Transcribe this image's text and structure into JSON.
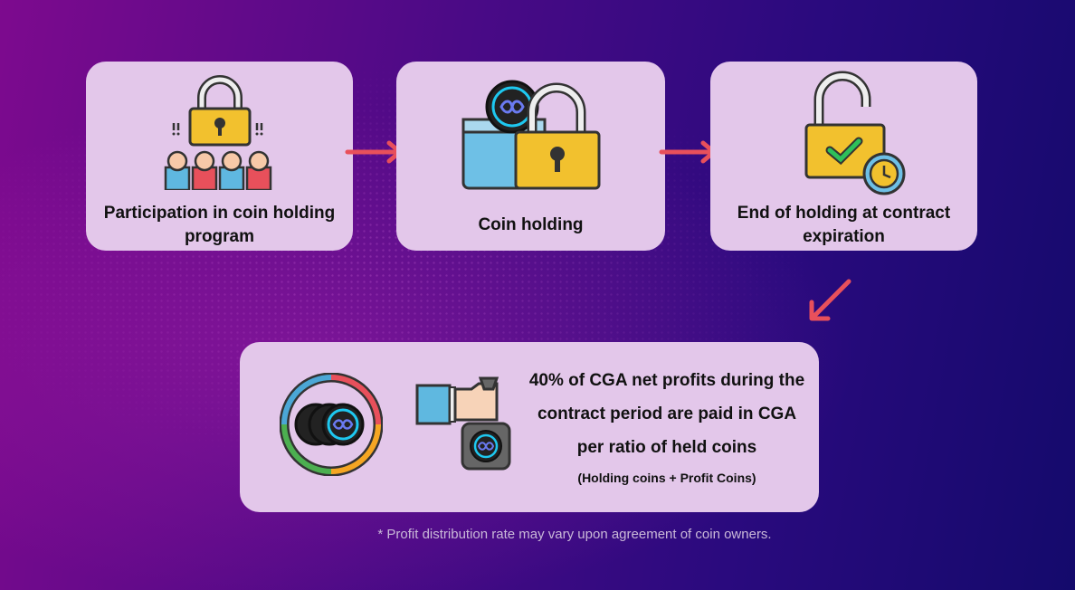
{
  "steps": [
    {
      "label": "Participation in coin holding program",
      "icon": "people-lock-icon"
    },
    {
      "label": "Coin holding",
      "icon": "wallet-lock-icon"
    },
    {
      "label": "End of holding at contract expiration",
      "icon": "unlock-timer-icon"
    }
  ],
  "result": {
    "main": "40% of CGA net profits during the contract period are paid in CGA per ratio of held coins",
    "sub": "(Holding coins  + Profit Coins)"
  },
  "footnote": "* Profit distribution rate may vary upon agreement of coin owners.",
  "colors": {
    "card": "#e3c7ea",
    "arrow": "#e8505b",
    "lock": "#f2c12e"
  }
}
